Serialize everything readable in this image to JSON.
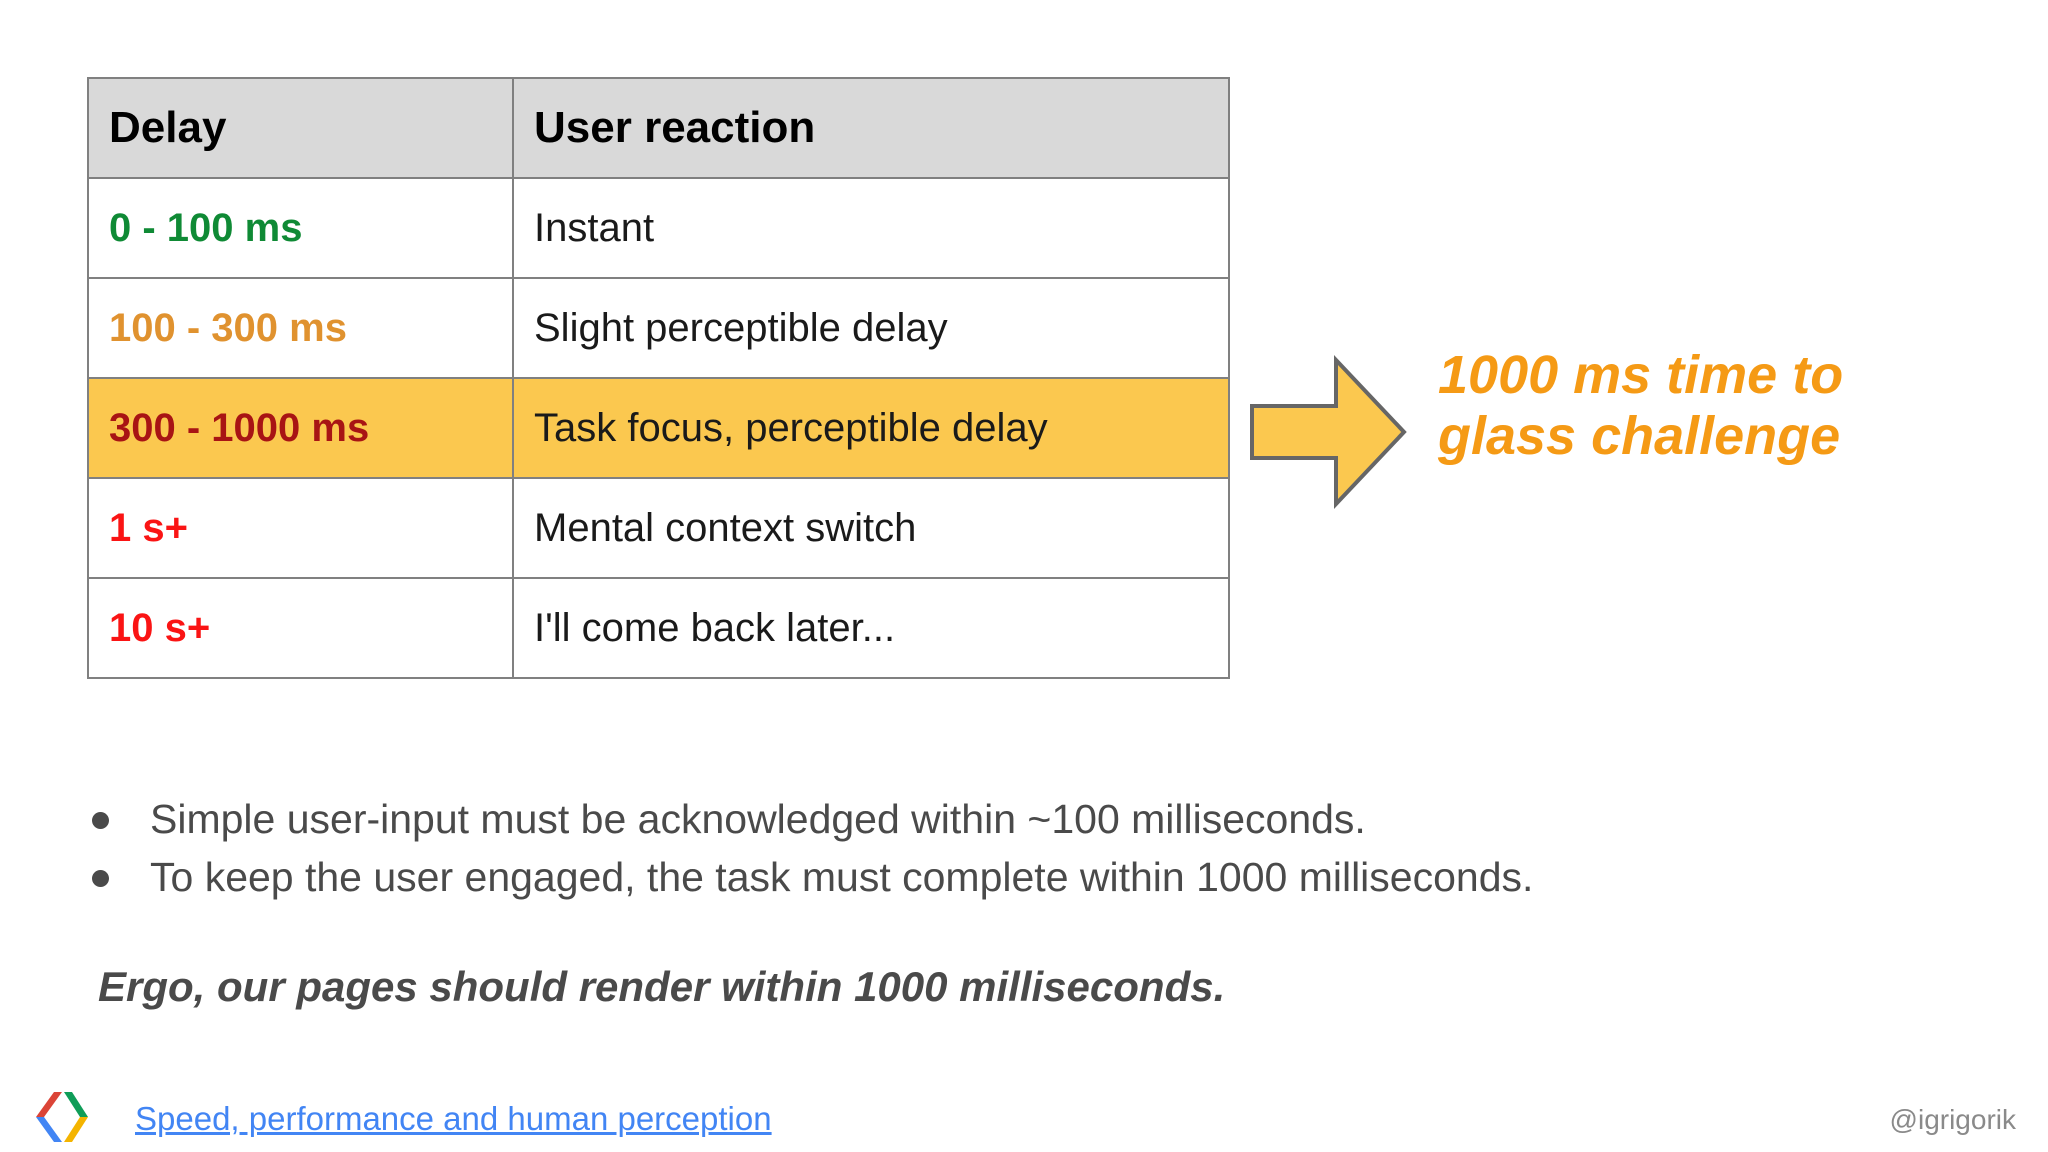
{
  "table": {
    "headers": [
      "Delay",
      "User reaction"
    ],
    "rows": [
      {
        "delay": "0 - 100 ms",
        "reaction": "Instant",
        "color": "#0f8a35",
        "highlight": false
      },
      {
        "delay": "100 - 300 ms",
        "reaction": "Slight perceptible delay",
        "color": "#e0922f",
        "highlight": false
      },
      {
        "delay": "300 - 1000 ms",
        "reaction": "Task focus, perceptible delay",
        "color": "#a81414",
        "highlight": true
      },
      {
        "delay": "1 s+",
        "reaction": "Mental context switch",
        "color": "#fa1414",
        "highlight": false
      },
      {
        "delay": "10 s+",
        "reaction": "I'll come back later...",
        "color": "#fa1414",
        "highlight": false
      }
    ],
    "header_bg": "#d9d9d9",
    "highlight_bg": "#fbc84f",
    "border_color": "#808080"
  },
  "arrow": {
    "icon": "right-block-arrow-icon",
    "fill": "#fbc84f",
    "stroke": "#666666"
  },
  "callout": {
    "line1": "1000 ms time to",
    "line2": "glass challenge",
    "color": "#f59a15"
  },
  "bullets": [
    "Simple user-input must be acknowledged within ~100 milliseconds.",
    "To keep the user engaged, the task must complete within 1000 milliseconds."
  ],
  "conclusion": "Ergo, our pages should render within 1000 milliseconds.",
  "footer": {
    "logo": "google-developers-logo",
    "link_text": "Speed, performance and human perception",
    "link_color": "#4285f4",
    "handle": "@igrigorik"
  }
}
